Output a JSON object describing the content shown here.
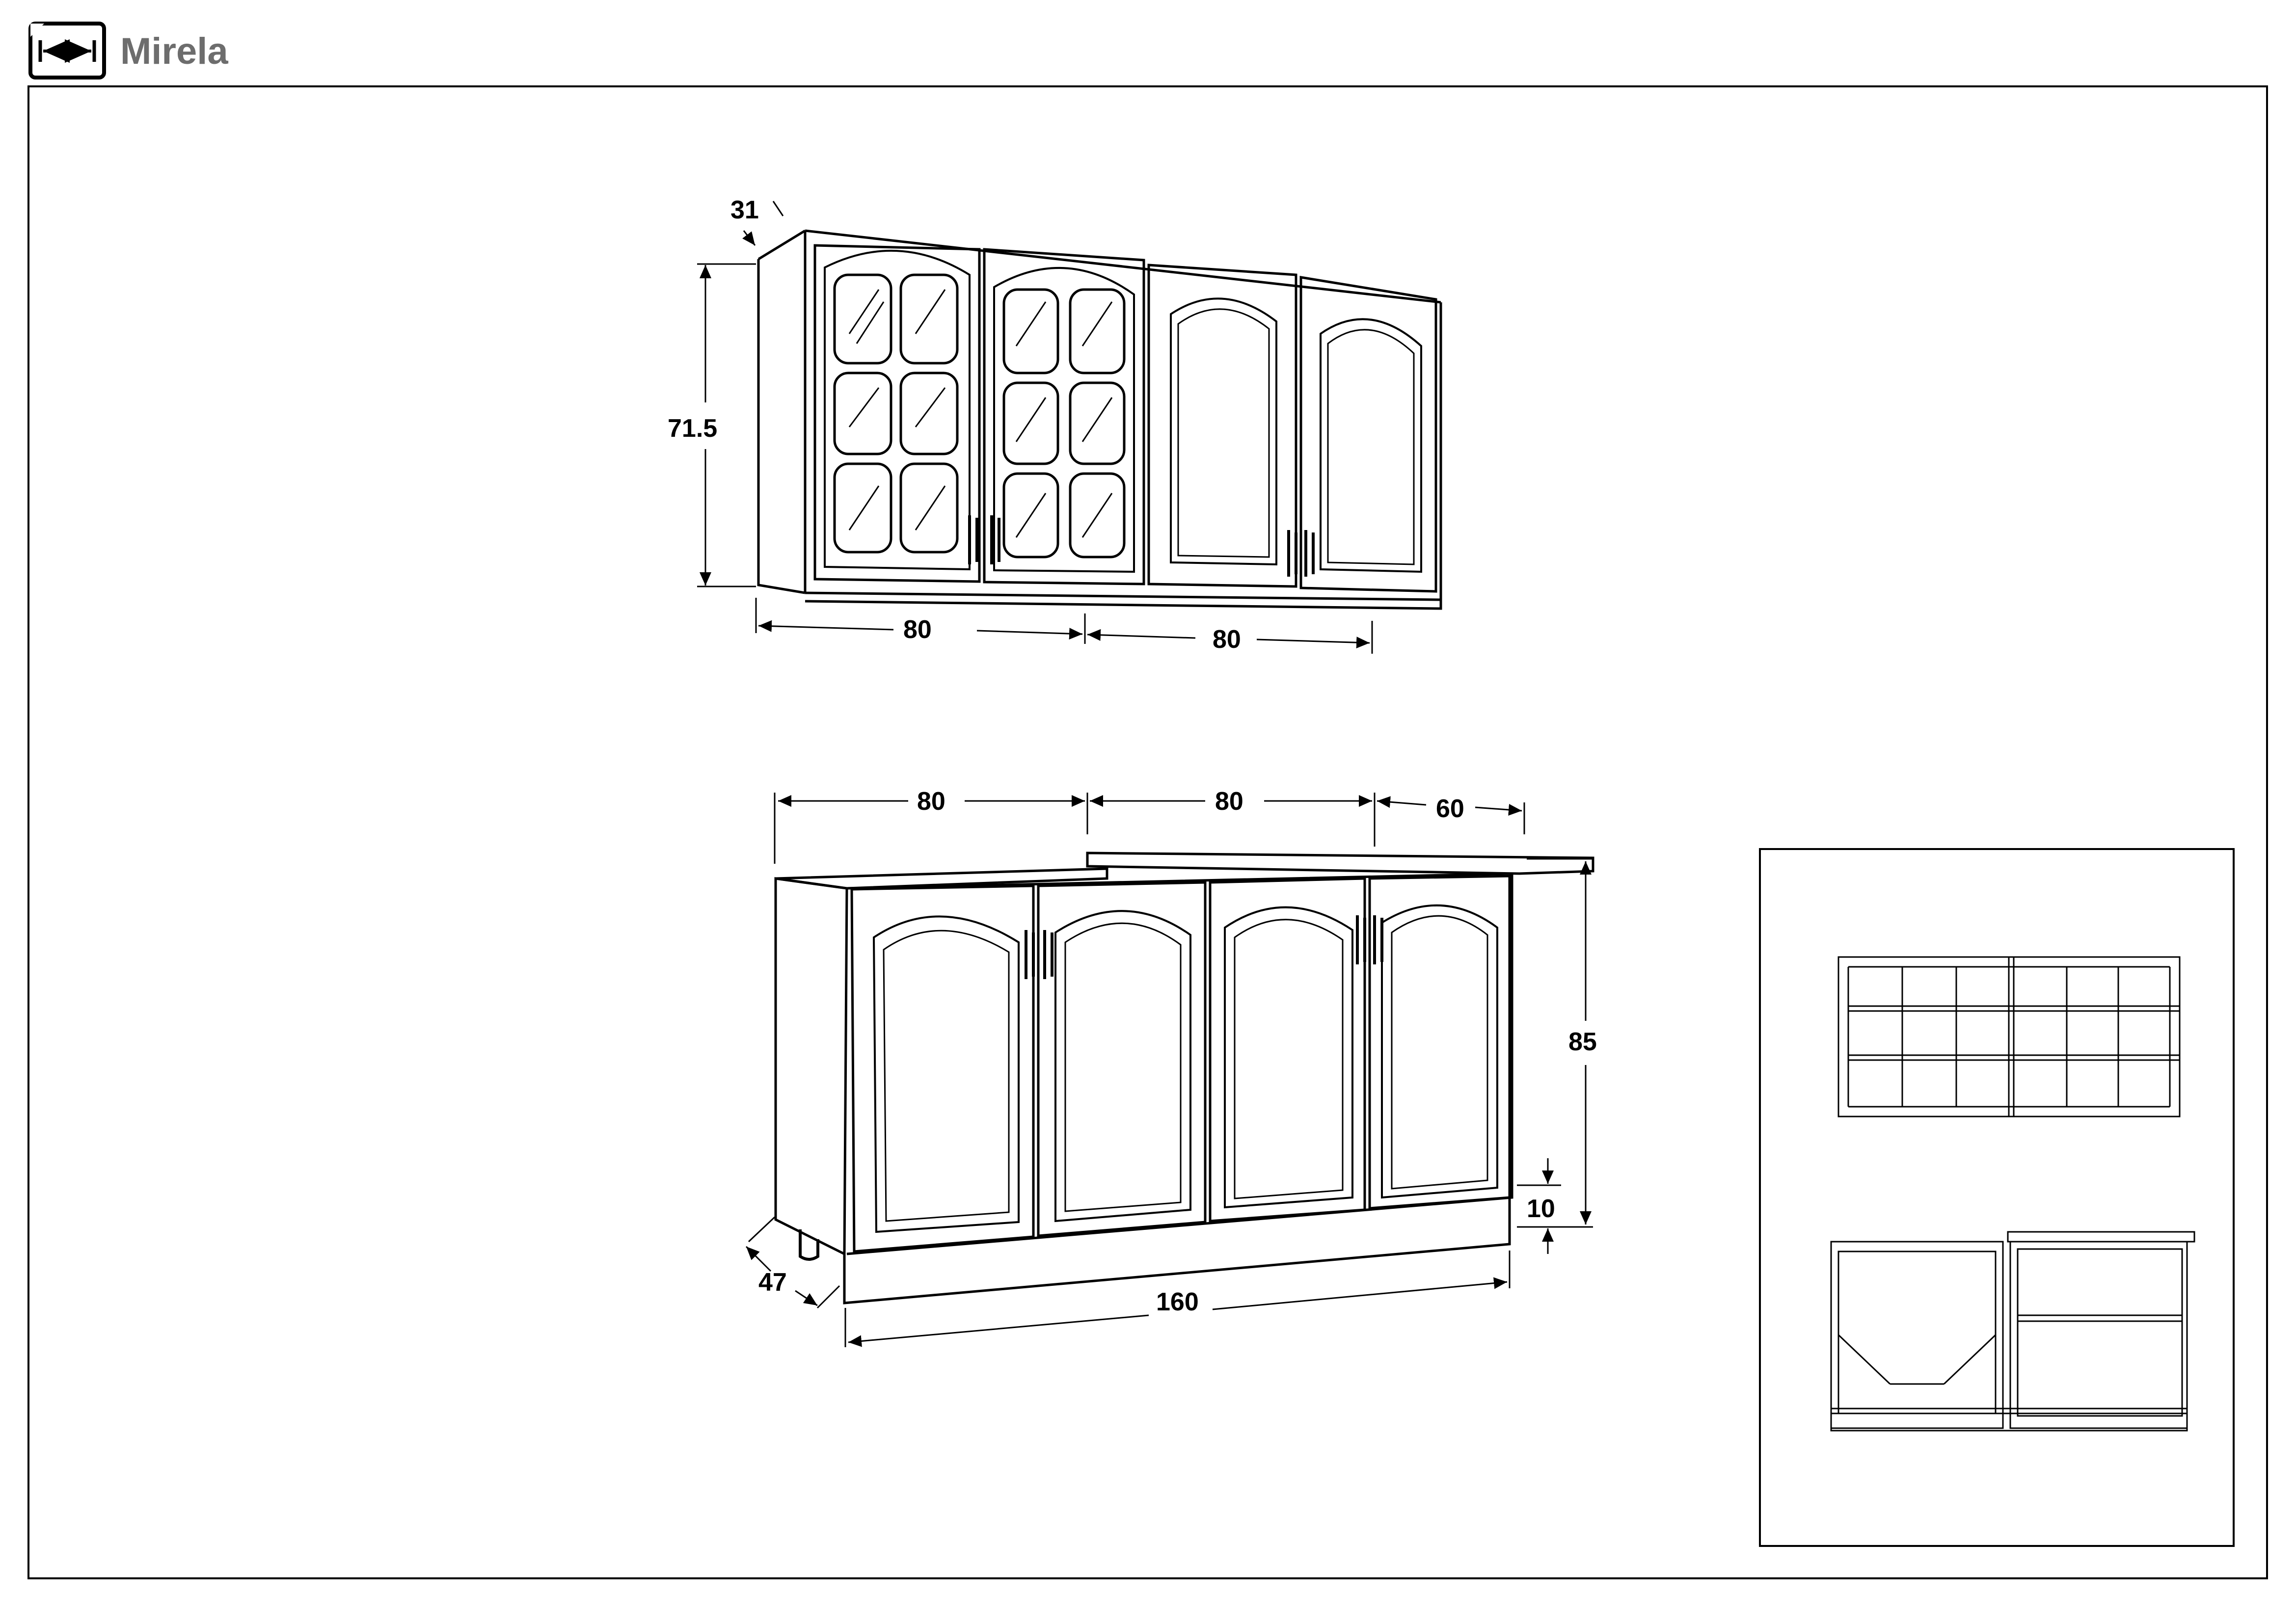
{
  "header": {
    "title": "Mirela",
    "icon": "width-dimension-icon"
  },
  "wall_unit": {
    "dimensions": {
      "depth": "31",
      "height": "71.5",
      "width_left": "80",
      "width_right": "80"
    }
  },
  "base_unit": {
    "dimensions": {
      "width_left": "80",
      "width_right": "80",
      "worktop_depth": "60",
      "height": "85",
      "plinth_height": "10",
      "depth": "47",
      "total_width": "160"
    }
  },
  "thumbnails": {
    "items": [
      "wall-unit-interior",
      "base-unit-interior"
    ]
  }
}
